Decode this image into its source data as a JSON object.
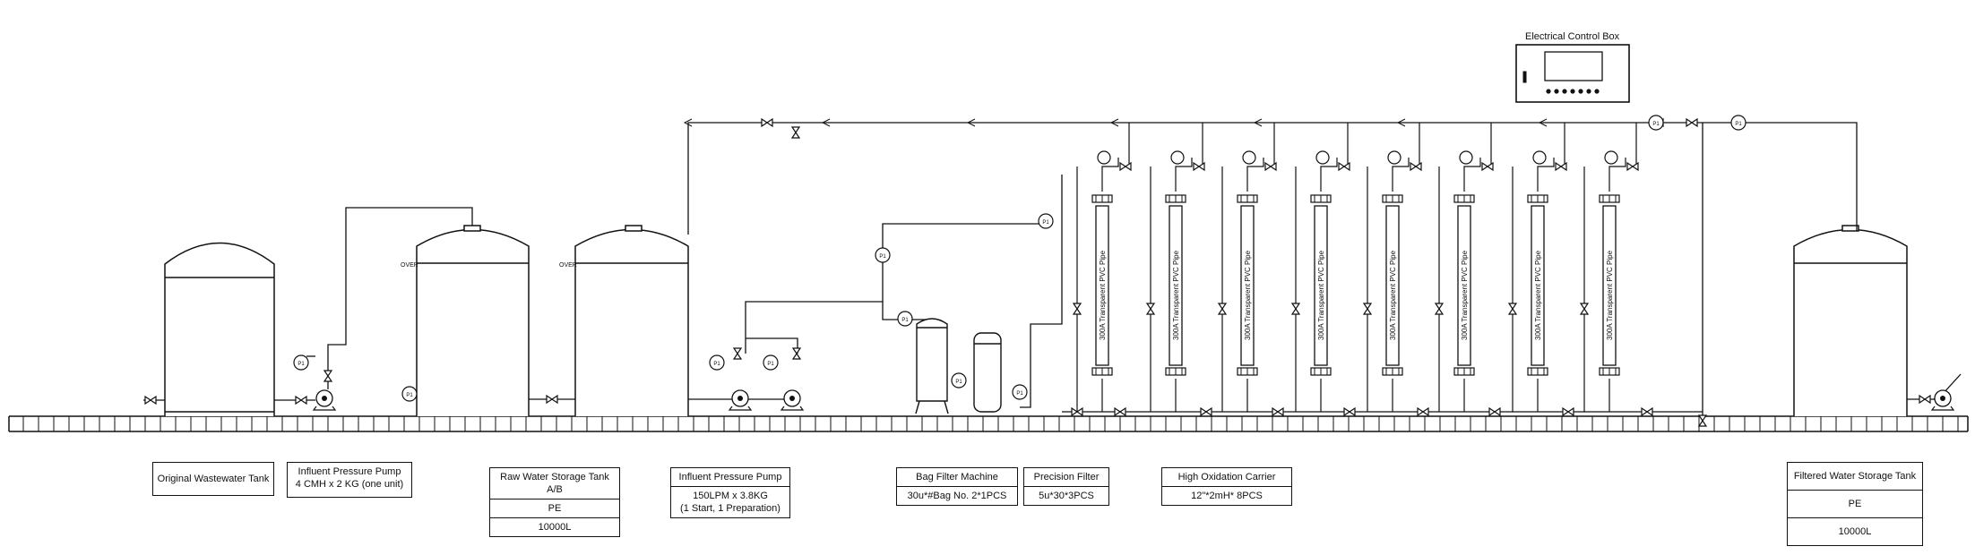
{
  "control_box": {
    "title": "Electrical Control Box"
  },
  "gauge_label": "P1",
  "overflow_label": "OVER",
  "pipe_label": "300A Transparent PVC Pipe",
  "labels": {
    "original_tank": {
      "title": "Original Wastewater Tank"
    },
    "influent_pump_1": {
      "title": "Influent Pressure Pump",
      "spec": "4 CMH x 2 KG (one unit)"
    },
    "raw_tank": {
      "title": "Raw Water Storage Tank A/B",
      "material": "PE",
      "volume": "10000L"
    },
    "influent_pump_2": {
      "title": "Influent Pressure Pump",
      "spec": "150LPM x 3.8KG",
      "note": "(1 Start, 1 Preparation)"
    },
    "bag_filter": {
      "title": "Bag Filter Machine",
      "spec": "30u*#Bag No. 2*1PCS"
    },
    "precision_filter": {
      "title": "Precision Filter",
      "spec": "5u*30*3PCS"
    },
    "oxidation_carrier": {
      "title": "High Oxidation Carrier",
      "spec": "12\"*2mH* 8PCS"
    },
    "filtered_tank": {
      "title": "Filtered Water Storage Tank",
      "material": "PE",
      "volume": "10000L"
    }
  }
}
